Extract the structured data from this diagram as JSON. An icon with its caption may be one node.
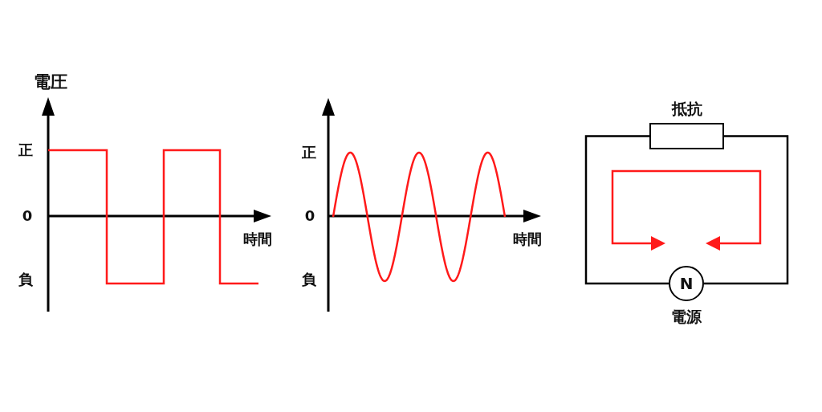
{
  "diagram": {
    "nodes": [
      {
        "text": [
          "抵抗"
        ]
      },
      {
        "text": [
          "N"
        ],
        "beside": [
          "電源"
        ]
      }
    ],
    "edges": [
      {
        "from": 0,
        "to": 1,
        "arrow": "none"
      },
      {
        "from": 0,
        "to": 1,
        "arrow": "none"
      }
    ],
    "labels": [
      "電圧",
      "正",
      "0",
      "負",
      "時間",
      "正",
      "0",
      "負",
      "時間"
    ]
  }
}
